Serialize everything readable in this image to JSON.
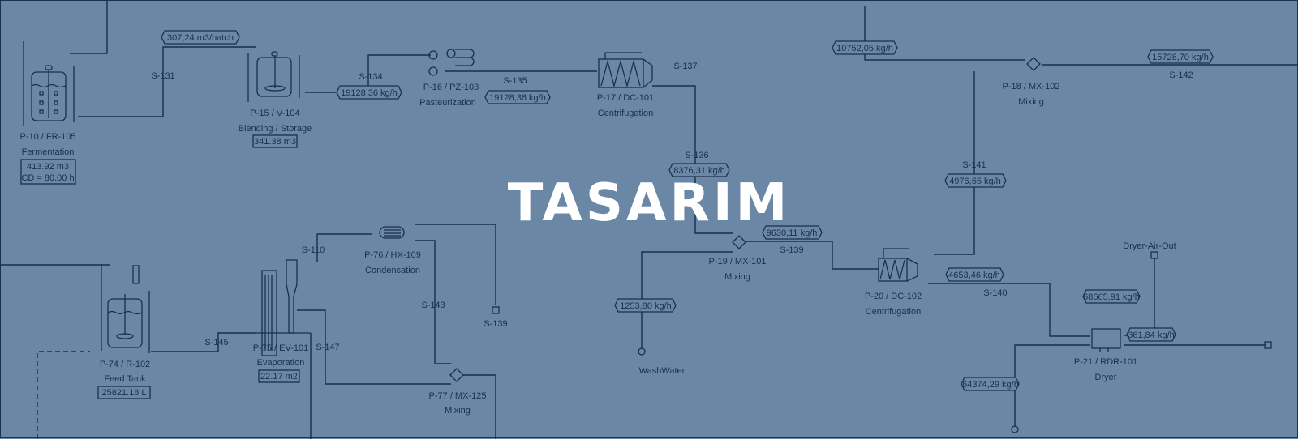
{
  "watermark": "TASARIM",
  "equipment": {
    "p10": {
      "id": "P-10 / FR-105",
      "name": "Fermentation",
      "v1": "413.92 m3",
      "v2": "CD = 80.00 h"
    },
    "p15": {
      "id": "P-15 / V-104",
      "name": "Blending / Storage",
      "v1": "341.38 m3"
    },
    "p16": {
      "id": "P-16 / PZ-103",
      "name": "Pasteurization"
    },
    "p17": {
      "id": "P-17 / DC-101",
      "name": "Centrifugation"
    },
    "p18": {
      "id": "P-18 / MX-102",
      "name": "Mixing"
    },
    "p19": {
      "id": "P-19 / MX-101",
      "name": "Mixing"
    },
    "p20": {
      "id": "P-20 / DC-102",
      "name": "Centrifugation"
    },
    "p21": {
      "id": "P-21 / RDR-101",
      "name": "Dryer"
    },
    "p74": {
      "id": "P-74 / R-102",
      "name": "Feed Tank",
      "v1": "25821.18 L"
    },
    "p75": {
      "id": "P-75 / EV-101",
      "name": "Evaporation",
      "v1": "22.17 m2"
    },
    "p76": {
      "id": "P-76 / HX-109",
      "name": "Condensation"
    },
    "p77": {
      "id": "P-77 / MX-125",
      "name": "Mixing"
    }
  },
  "streams": {
    "s131": "S-131",
    "s134": "S-134",
    "s135": "S-135",
    "s137": "S-137",
    "s136": "S-136",
    "s142": "S-142",
    "s141": "S-141",
    "s139a": "S-139",
    "s140": "S-140",
    "s110": "S-110",
    "s143": "S-143",
    "s139b": "S-139",
    "s145": "S-145",
    "s147": "S-147",
    "washwater": "WashWater",
    "dryer_air_out": "Dryer-Air-Out"
  },
  "flows": {
    "f1": "307,24 m3/batch",
    "f2": "19128,36 kg/h",
    "f3": "19128,36 kg/h",
    "f4": "8376,31 kg/h",
    "f5": "10752,05 kg/h",
    "f6": "15728,70 kg/h",
    "f7": "4976,65 kg/h",
    "f8": "9630,11 kg/h",
    "f9": "4653,46 kg/h",
    "f10": "68665,91 kg/h",
    "f11": "361,84 kg/h",
    "f12": "1253,80 kg/h",
    "f13": "64374,29 kg/h"
  }
}
